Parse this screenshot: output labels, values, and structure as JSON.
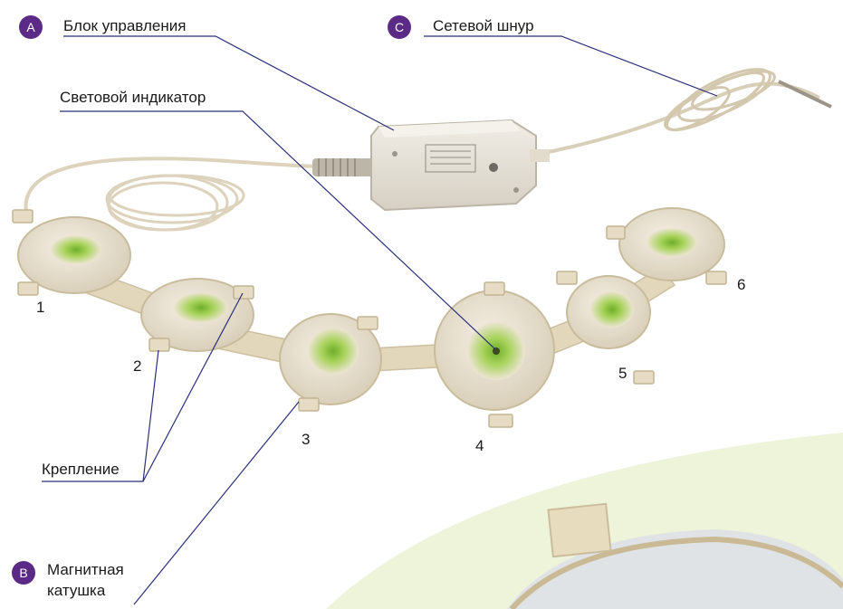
{
  "colors": {
    "badge": "#5b2a86",
    "leader_line": "#2b2f7a",
    "device_beige": "#e6ddc9",
    "coil_green": "#8fc23a",
    "background_arc": "#eef4da"
  },
  "callouts": {
    "a": {
      "badge": "A",
      "label": "Блок управления"
    },
    "b": {
      "badge": "B",
      "label_line1": "Магнитная",
      "label_line2": "катушка"
    },
    "c": {
      "badge": "C",
      "label": "Сетевой шнур"
    },
    "indicator": {
      "label": "Световой индикатор"
    },
    "mount": {
      "label": "Крепление"
    }
  },
  "coil_numbers": [
    "1",
    "2",
    "3",
    "4",
    "5",
    "6"
  ],
  "icons": [
    "control-box",
    "power-cord-coil",
    "magnetic-coil-pad"
  ]
}
